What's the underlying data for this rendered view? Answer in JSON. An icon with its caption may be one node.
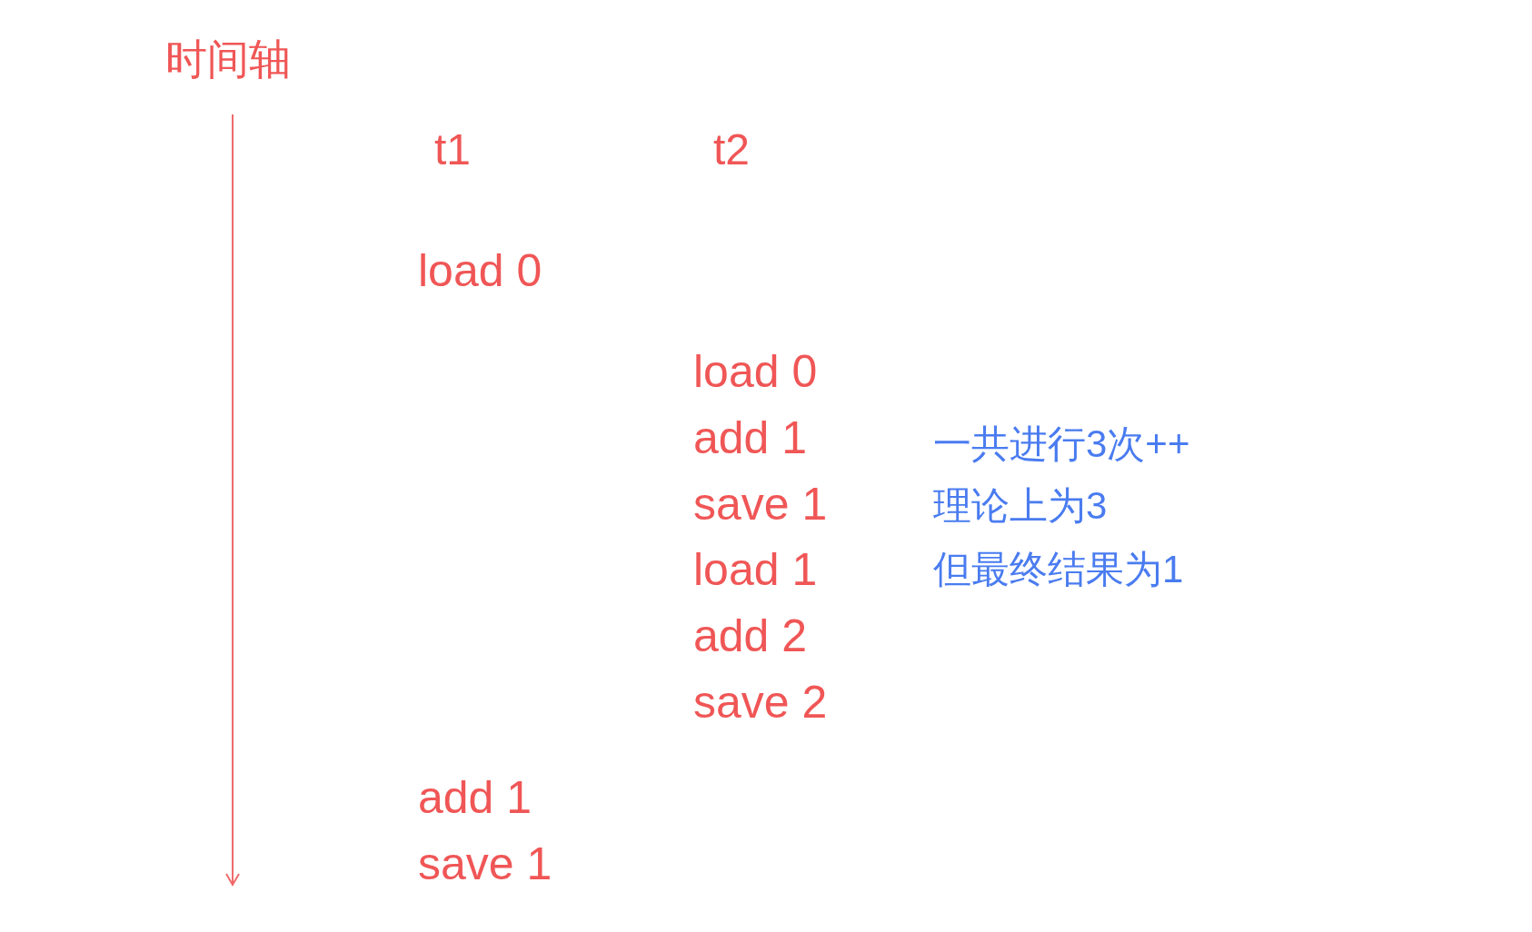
{
  "diagram": {
    "labels": [
      "时间轴",
      "t1",
      "t2",
      "load 0",
      "load 0",
      "add 1",
      "一共进行3次++",
      "save 1",
      "理论上为3",
      "load 1",
      "但最终结果为1",
      "add 2",
      "save 2",
      "add 1",
      "save 1"
    ]
  }
}
